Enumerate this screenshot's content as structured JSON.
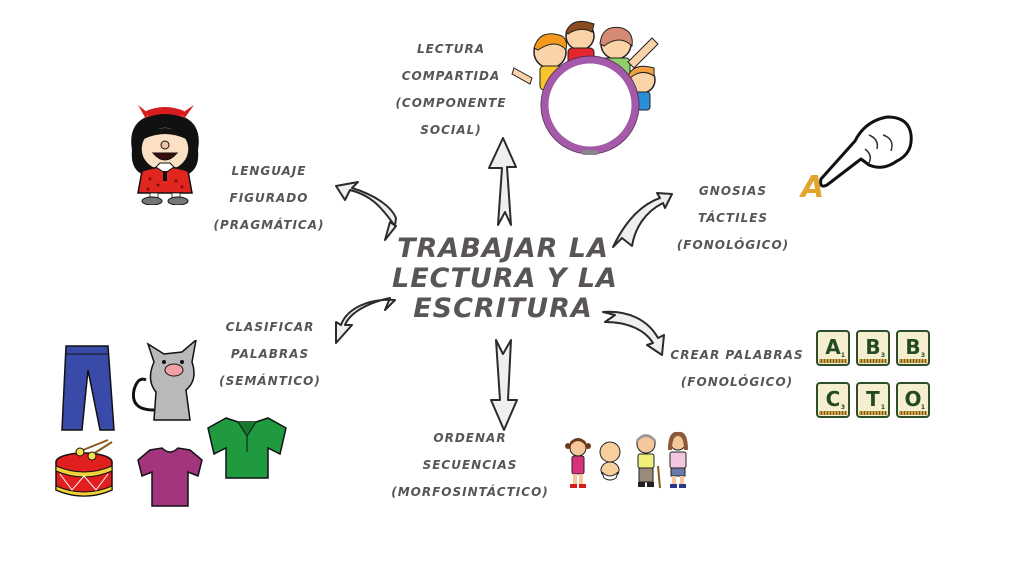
{
  "center": {
    "lines": [
      "TRABAJAR LA",
      "LECTURA Y LA",
      "ESCRITURA"
    ]
  },
  "branches": [
    {
      "id": "lectura-compartida",
      "lines": [
        "LECTURA",
        "COMPARTIDA",
        "(COMPONENTE",
        "SOCIAL)"
      ],
      "image": "children-holding-circle-frame"
    },
    {
      "id": "lenguaje-figurado",
      "lines": [
        "LENGUAJE",
        "FIGURADO",
        "(PRAGMÁTICA)"
      ],
      "image": "mafalda-character"
    },
    {
      "id": "gnosias-tactiles",
      "lines": [
        "GNOSIAS",
        "TÁCTILES",
        "(FONOLÓGICO)"
      ],
      "image": "hand-pointing-letter-a"
    },
    {
      "id": "clasificar-palabras",
      "lines": [
        "CLASIFICAR",
        "PALABRAS",
        "(SEMÁNTICO)"
      ],
      "image": "clothes-cat-drum"
    },
    {
      "id": "crear-palabras",
      "lines": [
        "CREAR PALABRAS",
        "(FONOLÓGICO)"
      ],
      "image": "letter-tiles"
    },
    {
      "id": "ordenar-secuencias",
      "lines": [
        "ORDENAR",
        "SECUENCIAS",
        "(MORFOSINTÁCTICO)"
      ],
      "image": "family-age-sequence"
    }
  ],
  "tiles": [
    {
      "letter": "A",
      "points": "1"
    },
    {
      "letter": "B",
      "points": "3"
    },
    {
      "letter": "B",
      "points": "3"
    },
    {
      "letter": "C",
      "points": "3"
    },
    {
      "letter": "T",
      "points": "1"
    },
    {
      "letter": "O",
      "points": "1"
    }
  ],
  "pointing_letter": "A",
  "colors": {
    "text": "#5a5555",
    "arrow_fill": "#efefef",
    "arrow_stroke": "#2b2b2b",
    "frame_ring": "#a45aa8",
    "tile_bg": "#f6efcf",
    "tile_letter": "#234a22",
    "letter_a": "#e2a42a"
  }
}
